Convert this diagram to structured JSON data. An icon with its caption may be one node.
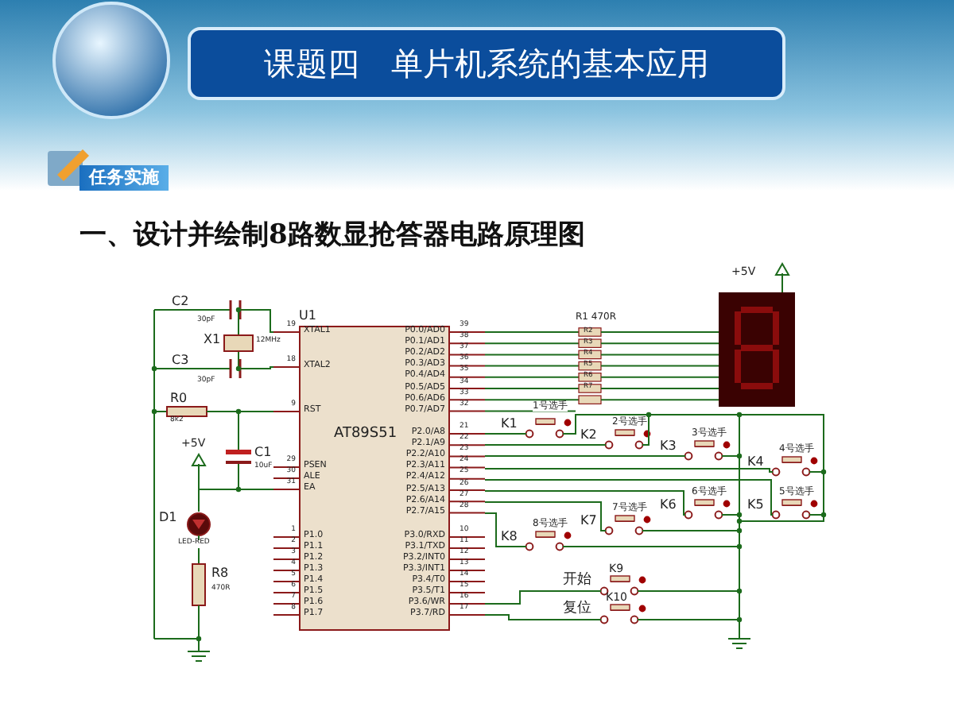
{
  "diagram": {
    "title": "课题四　单片机系统的基本应用",
    "nodes": [
      {
        "text": [
          "任务实施"
        ]
      },
      {
        "text": [
          "AT89S51",
          "XTAL1",
          "XTAL2",
          "RST",
          "PSEN",
          "ALE",
          "EA",
          "P1.0",
          "P1.1",
          "P1.2",
          "P1.3",
          "P1.4",
          "P1.5",
          "P1.6",
          "P1.7",
          "P0.0/AD0",
          "P0.1/AD1",
          "P0.2/AD2",
          "P0.3/AD3",
          "P0.4/AD4",
          "P0.5/AD5",
          "P0.6/AD6",
          "P0.7/AD7",
          "P2.0/A8",
          "P2.1/A9",
          "P2.2/A10",
          "P2.3/A11",
          "P2.4/A12",
          "P2.5/A13",
          "P2.6/A14",
          "P2.7/A15",
          "P3.0/RXD",
          "P3.1/TXD",
          "P3.2/INT0",
          "P3.3/INT1",
          "P3.4/T0",
          "P3.5/T1",
          "P3.6/WR",
          "P3.7/RD"
        ]
      }
    ],
    "labels": [
      "一、设计并绘制8路数显抢答器电路原理图",
      "C2",
      "30pF",
      "X1",
      "12MHz",
      "C3",
      "30pF",
      "R0",
      "8k2",
      "+5V",
      "C1",
      "10uF",
      "D1",
      "LED-RED",
      "R8",
      "470R",
      "U1",
      "19",
      "18",
      "9",
      "29",
      "30",
      "31",
      "1",
      "2",
      "3",
      "4",
      "5",
      "6",
      "7",
      "8",
      "39",
      "38",
      "37",
      "36",
      "35",
      "34",
      "33",
      "32",
      "21",
      "22",
      "23",
      "24",
      "25",
      "26",
      "27",
      "28",
      "10",
      "11",
      "12",
      "13",
      "14",
      "15",
      "16",
      "17",
      "R1 470R",
      "R2",
      "R3",
      "R4",
      "R5",
      "R6",
      "R7",
      "+5V",
      "K1",
      "1号选手",
      "K2",
      "2号选手",
      "K3",
      "3号选手",
      "K4",
      "4号选手",
      "K5",
      "5号选手",
      "K6",
      "6号选手",
      "K7",
      "7号选手",
      "K8",
      "8号选手",
      "开始",
      "K9",
      "复位",
      "K10"
    ]
  }
}
